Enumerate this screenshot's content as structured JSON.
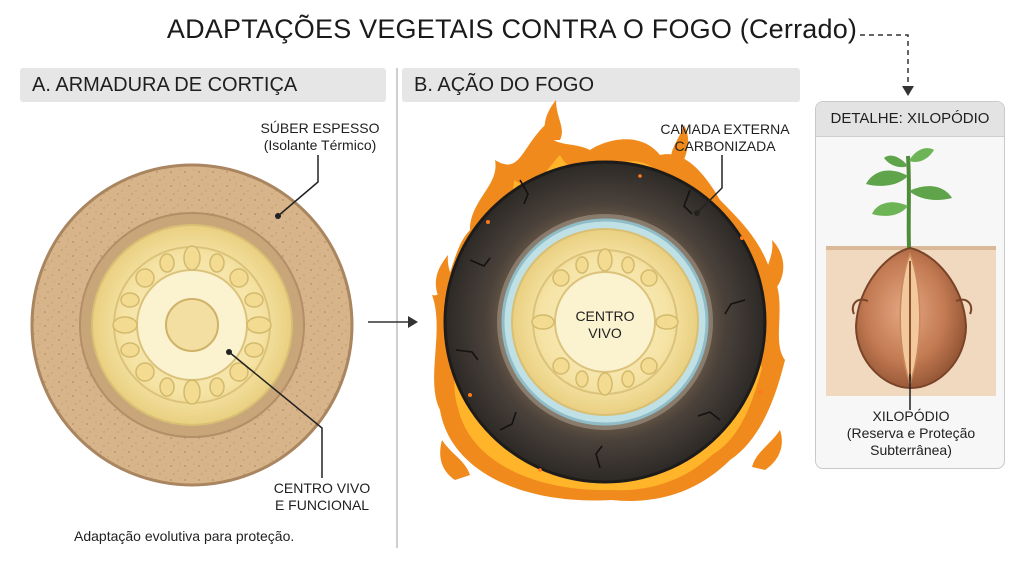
{
  "title": "ADAPTAÇÕES VEGETAIS CONTRA O FOGO (Cerrado)",
  "panel_a": {
    "header": "A. ARMADURA DE CORTIÇA",
    "label_suber_line1": "SÚBER ESPESSO",
    "label_suber_line2": "(Isolante Térmico)",
    "label_centro_line1": "CENTRO VIVO",
    "label_centro_line2": "E FUNCIONAL",
    "caption": "Adaptação evolutiva para proteção."
  },
  "panel_b": {
    "header": "B. AÇÃO DO FOGO",
    "label_camada_line1": "CAMADA EXTERNA",
    "label_camada_line2": "CARBONIZADA",
    "label_centro_line1": "CENTRO",
    "label_centro_line2": "VIVO"
  },
  "detail": {
    "header": "DETALHE: XILOPÓDIO",
    "label_line1": "XILOPÓDIO",
    "label_line2": "(Reserva e Proteção",
    "label_line3": "Subterrânea)"
  },
  "colors": {
    "cork": "#d8b48a",
    "cork_dark": "#a98660",
    "core_yellow": "#f6e7b0",
    "charcoal": "#3b3632",
    "flame_orange": "#f08a1c",
    "flame_yellow": "#ffd23a",
    "leaf_green": "#5fa34a",
    "tuber_brown": "#b8764e"
  },
  "icons": [
    "arrow-right-icon",
    "dashed-arrow-icon",
    "flame-icon",
    "sprout-icon"
  ]
}
